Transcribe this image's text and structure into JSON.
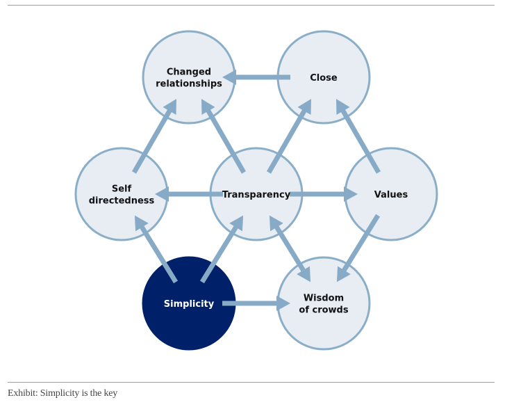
{
  "caption": "Exhibit: Simplicity is the key",
  "colors": {
    "node_fill": "#e7edf3",
    "node_stroke": "#8aaec8",
    "arrow": "#87aac7",
    "highlight_fill": "#002169",
    "label_dark": "#111111",
    "label_light": "#ffffff",
    "rule": "#8ba4b4"
  },
  "nodes": [
    {
      "id": "changed",
      "lines": [
        "Changed",
        "relationships"
      ],
      "highlight": false
    },
    {
      "id": "close",
      "lines": [
        "Close"
      ],
      "highlight": false
    },
    {
      "id": "self",
      "lines": [
        "Self",
        "directedness"
      ],
      "highlight": false
    },
    {
      "id": "transparency",
      "lines": [
        "Transparency"
      ],
      "highlight": false
    },
    {
      "id": "values",
      "lines": [
        "Values"
      ],
      "highlight": false
    },
    {
      "id": "simplicity",
      "lines": [
        "Simplicity"
      ],
      "highlight": true
    },
    {
      "id": "wisdom",
      "lines": [
        "Wisdom",
        "of crowds"
      ],
      "highlight": false
    }
  ],
  "edges": [
    {
      "from": "close",
      "to": "changed",
      "bidirectional": false
    },
    {
      "from": "self",
      "to": "changed",
      "bidirectional": false
    },
    {
      "from": "transparency",
      "to": "changed",
      "bidirectional": false
    },
    {
      "from": "transparency",
      "to": "close",
      "bidirectional": false
    },
    {
      "from": "values",
      "to": "close",
      "bidirectional": false
    },
    {
      "from": "transparency",
      "to": "self",
      "bidirectional": false
    },
    {
      "from": "transparency",
      "to": "values",
      "bidirectional": false
    },
    {
      "from": "simplicity",
      "to": "self",
      "bidirectional": false
    },
    {
      "from": "simplicity",
      "to": "transparency",
      "bidirectional": false
    },
    {
      "from": "transparency",
      "to": "wisdom",
      "bidirectional": true
    },
    {
      "from": "values",
      "to": "wisdom",
      "bidirectional": false
    },
    {
      "from": "simplicity",
      "to": "wisdom",
      "bidirectional": false
    }
  ]
}
